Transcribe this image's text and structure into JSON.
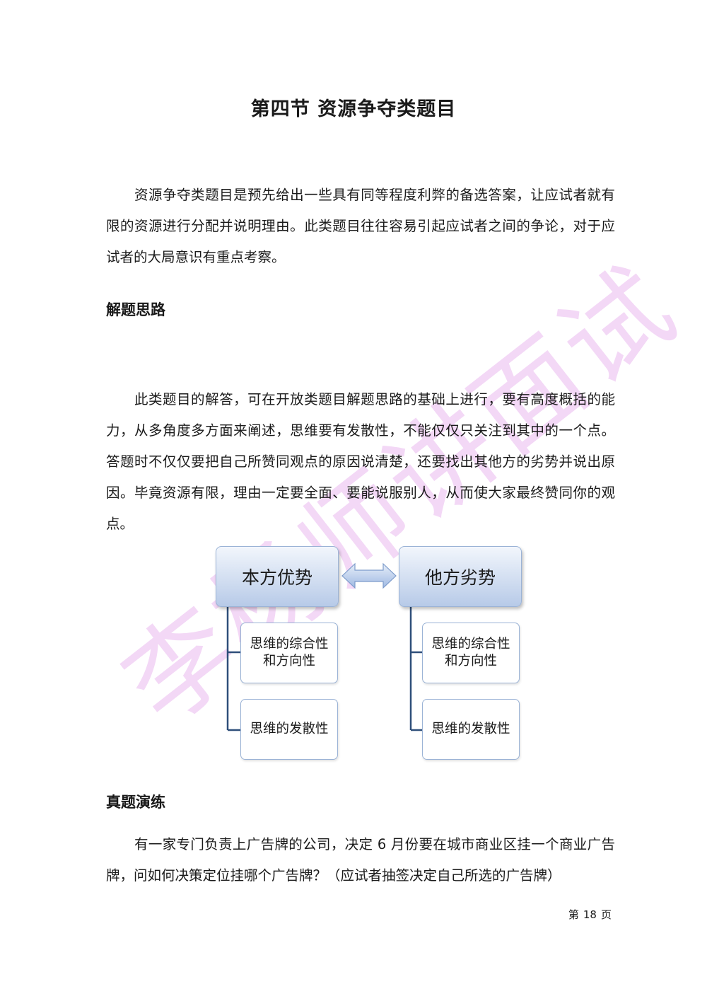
{
  "title": "第四节  资源争夺类题目",
  "paragraphs": {
    "intro": "资源争夺类题目是预先给出一些具有同等程度利弊的备选答案，让应试者就有限的资源进行分配并说明理由。此类题目往往容易引起应试者之间的争论，对于应试者的大局意识有重点考察。",
    "approach": "此类题目的解答，可在开放类题目解题思路的基础上进行，要有高度概括的能力，从多角度多方面来阐述，思维要有发散性，不能仅仅只关注到其中的一个点。答题时不仅仅要把自己所赞同观点的原因说清楚，还要找出其他方的劣势并说出原因。毕竟资源有限，理由一定要全面、要能说服别人，从而使大家最终赞同你的观点。",
    "question": "有一家专门负责上广告牌的公司，决定 6 月份要在城市商业区挂一个商业广告牌，问如何决策定位挂哪个广告牌？（应试者抽签决定自己所选的广告牌）"
  },
  "headings": {
    "approach": "解题思路",
    "practice": "真题演练"
  },
  "diagram": {
    "left": {
      "label": "本方优势",
      "children": [
        "思维的综合性和方向性",
        "思维的发散性"
      ]
    },
    "right": {
      "label": "他方劣势",
      "children": [
        "思维的综合性和方向性",
        "思维的发散性"
      ]
    },
    "arrow_icon": "double-arrow-icon",
    "colors": {
      "box_border": "#9bb3d6",
      "box_fill": "#cfdcf0",
      "connector": "#2f4f7a",
      "arrow_fill": "#a9c2e6"
    }
  },
  "footer": {
    "page_prefix": "第",
    "page_number": "18",
    "page_suffix": "页"
  },
  "watermark": {
    "text": "李杨师讲面试",
    "color": "#e9b8ef"
  }
}
